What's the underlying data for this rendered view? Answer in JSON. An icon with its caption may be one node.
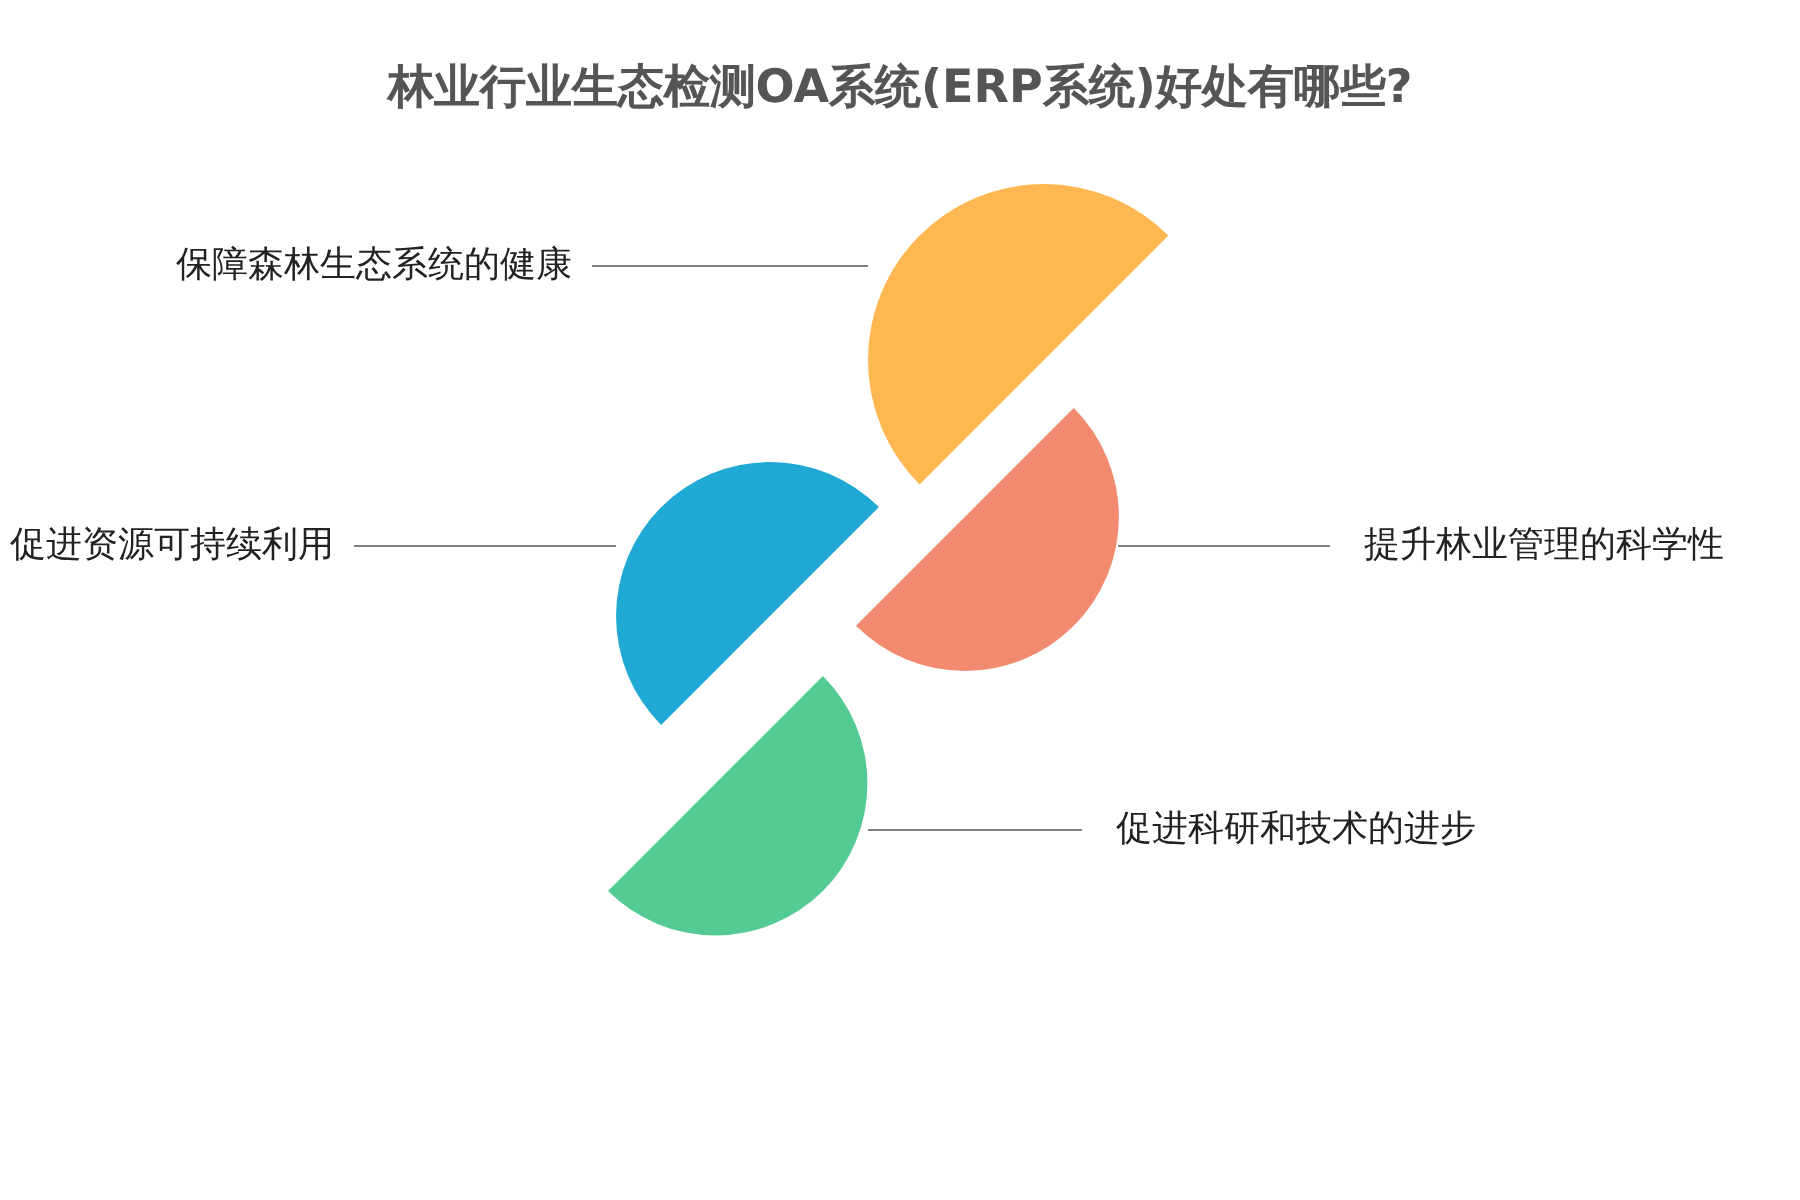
{
  "diagram": {
    "title": "林业行业生态检测OA系统(ERP系统)好处有哪些?",
    "nodes": [
      {
        "text": [
          "保障森林生态系统的健康"
        ]
      },
      {
        "text": [
          "促进资源可持续利用"
        ]
      },
      {
        "text": [
          "提升林业管理的科学性"
        ]
      },
      {
        "text": [
          "促进科研和技术的进步"
        ]
      },
      {
        "text": [],
        "shape": "semicircle"
      },
      {
        "text": [],
        "shape": "semicircle"
      },
      {
        "text": [],
        "shape": "semicircle"
      },
      {
        "text": [],
        "shape": "semicircle"
      }
    ],
    "edges": [
      {
        "from": 0,
        "to": 4,
        "arrow": "none"
      },
      {
        "from": 1,
        "to": 6,
        "arrow": "none"
      },
      {
        "from": 2,
        "to": 5,
        "arrow": "none"
      },
      {
        "from": 3,
        "to": 7,
        "arrow": "none"
      }
    ]
  }
}
